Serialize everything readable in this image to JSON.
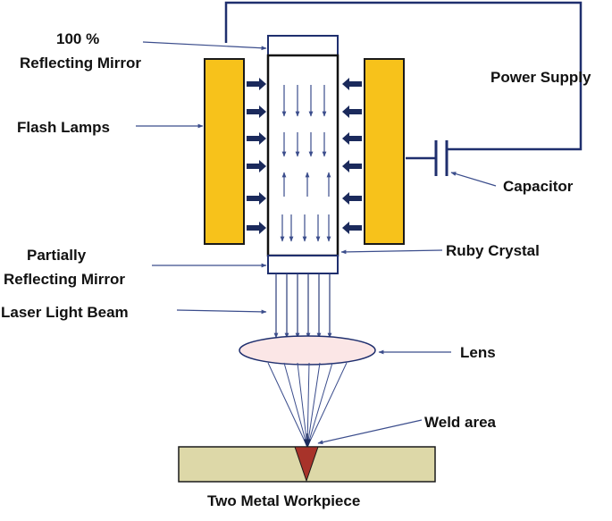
{
  "labels": {
    "mirror_full_line1": "100 %",
    "mirror_full_line2": "Reflecting Mirror",
    "flash_lamps": "Flash Lamps",
    "partial_mirror_line1": "Partially",
    "partial_mirror_line2": "Reflecting  Mirror",
    "laser_beam": "Laser Light Beam",
    "power_supply": "Power Supply",
    "capacitor": "Capacitor",
    "ruby_crystal": "Ruby Crystal",
    "lens": "Lens",
    "weld_area": "Weld area",
    "workpiece": "Two Metal Workpiece"
  },
  "colors": {
    "lamp_fill": "#f7c21b",
    "lamp_stroke": "#1a1a1a",
    "navy": "#1f2f6e",
    "lens_fill": "#fbe6e6",
    "workpiece_fill": "#ddd8a8",
    "weld_fill": "#a8332a",
    "arrow": "#1b2a5c"
  }
}
